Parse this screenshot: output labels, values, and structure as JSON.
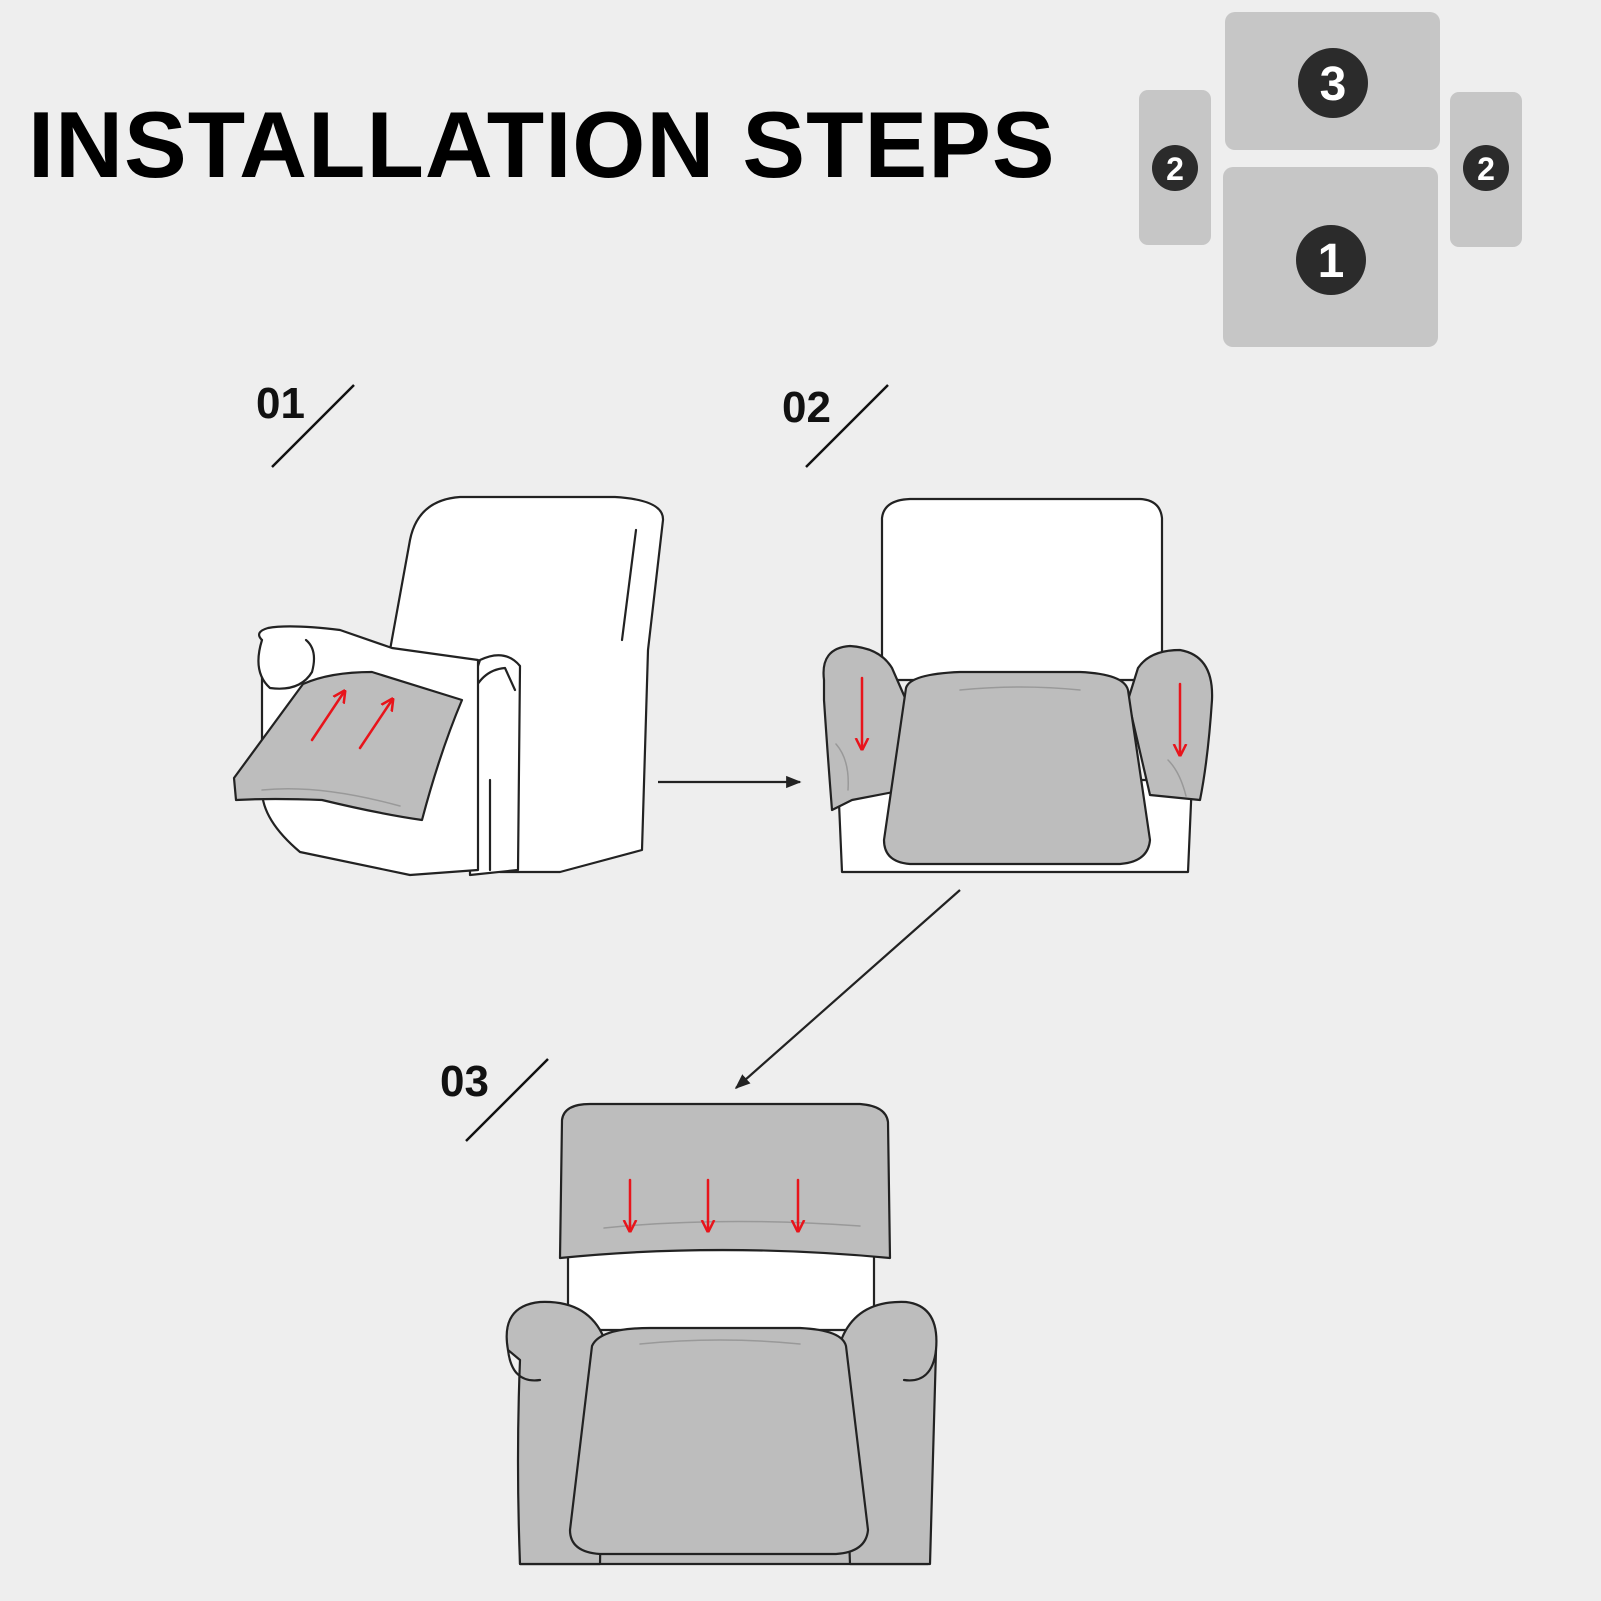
{
  "title": "INSTALLATION STEPS",
  "layout_guide": {
    "pieces": [
      {
        "id": "piece-back",
        "badge": "3"
      },
      {
        "id": "piece-arm-left",
        "badge": "2"
      },
      {
        "id": "piece-seat",
        "badge": "1"
      },
      {
        "id": "piece-arm-right",
        "badge": "2"
      }
    ]
  },
  "steps": [
    {
      "label": "01"
    },
    {
      "label": "02"
    },
    {
      "label": "03"
    }
  ],
  "colors": {
    "background": "#eeeeee",
    "cover_gray": "#bdbdbd",
    "piece_gray": "#c6c6c6",
    "badge": "#2b2b2b",
    "arrow_red": "#e8141b",
    "outline": "#222222"
  }
}
